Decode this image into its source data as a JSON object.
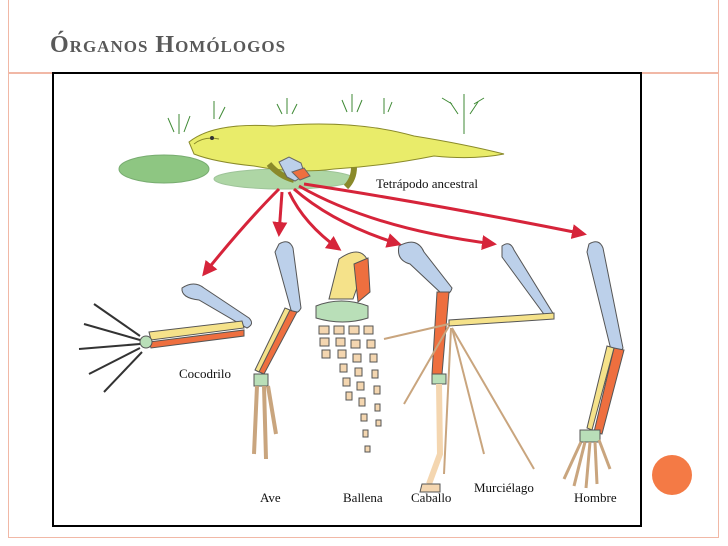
{
  "slide": {
    "title": "Órganos Homólogos",
    "accent_color": "#f47a45",
    "border_color": "#f1b8a6"
  },
  "figure": {
    "ancestor_label": "Tetrápodo ancestral",
    "limbs": [
      {
        "key": "cocodrilo",
        "label": "Cocodrilo"
      },
      {
        "key": "ave",
        "label": "Ave"
      },
      {
        "key": "ballena",
        "label": "Ballena"
      },
      {
        "key": "caballo",
        "label": "Caballo"
      },
      {
        "key": "murcielago",
        "label": "Murciélago"
      },
      {
        "key": "hombre",
        "label": "Hombre"
      }
    ],
    "colors": {
      "humerus": "#bcd0ea",
      "radius": "#f5e28a",
      "ulna": "#ee6f3f",
      "carpals": "#b9dfb8",
      "digits": "#f4d6b0",
      "arrow": "#d6243a",
      "ancestor_body": "#e9ec6a",
      "vegetation": "#5fae4e"
    }
  }
}
